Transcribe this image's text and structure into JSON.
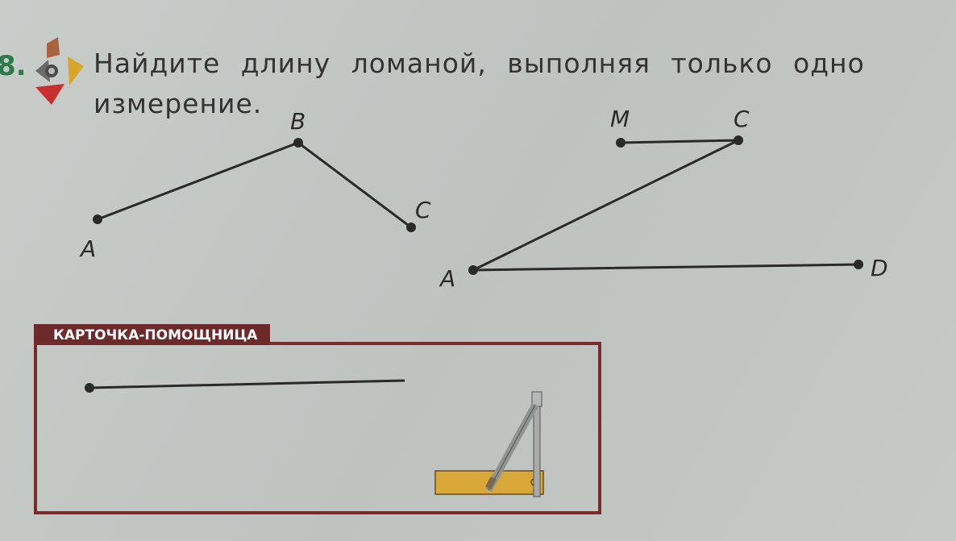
{
  "task": {
    "number": "8.",
    "text": "Найдите длину ломаной, выполняя только одно измерение."
  },
  "figure1": {
    "points": [
      "A",
      "B",
      "C"
    ]
  },
  "figure2": {
    "points": [
      "M",
      "C",
      "A",
      "D"
    ]
  },
  "helper_card": {
    "label": "КАРТОЧКА-ПОМОЩНИЦА",
    "image": "compass-on-ruler"
  },
  "colors": {
    "card_border": "#7a2b2b",
    "text": "#333333",
    "task_number": "#2f7a4a"
  }
}
